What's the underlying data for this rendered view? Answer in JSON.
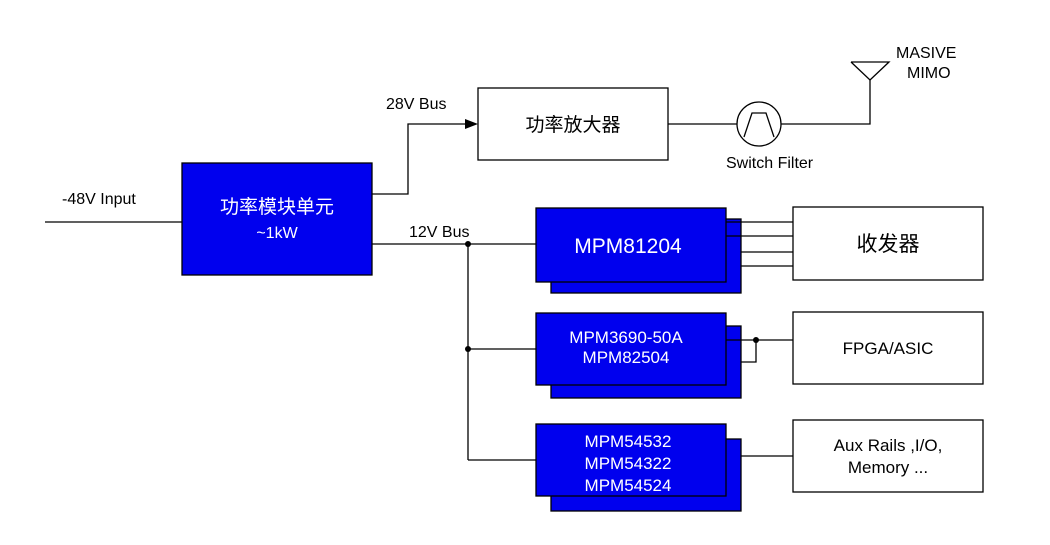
{
  "colors": {
    "module_fill": "#0000EE",
    "line": "#000000",
    "box_fill": "#ffffff"
  },
  "input": {
    "label": "-48V Input"
  },
  "power_unit": {
    "line1": "功率模块单元",
    "line2": "~1kW"
  },
  "buses": {
    "bus_28v": "28V Bus",
    "bus_12v": "12V Bus"
  },
  "amplifier": {
    "label": "功率放大器"
  },
  "filter": {
    "label": "Switch Filter",
    "icon": "bandpass-filter-icon"
  },
  "antenna": {
    "line1": "MASIVE",
    "line2": "MIMO",
    "icon": "antenna-icon"
  },
  "modules": {
    "m1": {
      "line1": "MPM81204"
    },
    "m2": {
      "line1": "MPM3690-50A",
      "line2": "MPM82504"
    },
    "m3": {
      "line1": "MPM54532",
      "line2": "MPM54322",
      "line3": "MPM54524"
    }
  },
  "loads": {
    "transceiver": {
      "label": "收发器"
    },
    "fpga": {
      "label": "FPGA/ASIC"
    },
    "aux": {
      "line1": "Aux Rails ,I/O,",
      "line2": "Memory ..."
    }
  }
}
